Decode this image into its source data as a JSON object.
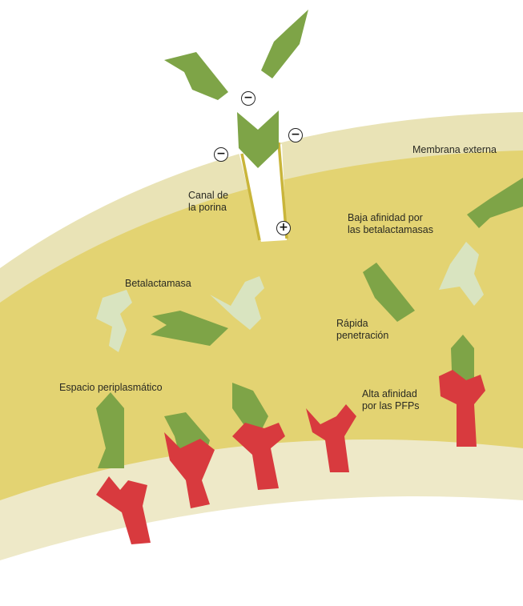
{
  "labels": {
    "membrana_externa": "Membrana externa",
    "canal_line1": "Canal de",
    "canal_line2": "la porina",
    "baja_line1": "Baja afinidad por",
    "baja_line2": "las betalactamasas",
    "betalactamasa": "Betalactamasa",
    "rapida_line1": "Rápida",
    "rapida_line2": "penetración",
    "espacio": "Espacio periplasmático",
    "alta_line1": "Alta afinidad",
    "alta_line2": "por las PFPs"
  },
  "charges": {
    "negative": "−",
    "positive": "+"
  },
  "colors": {
    "membrane_outer": "#e9e3b6",
    "periplasm": "#e3d372",
    "inner_membrane": "#eee9c8",
    "arrow_green": "#7ea447",
    "arrow_green_dark": "#5e8433",
    "enzyme": "#d9e4c0",
    "pbp_red": "#d83a3e",
    "porin": "#c9b53a"
  }
}
